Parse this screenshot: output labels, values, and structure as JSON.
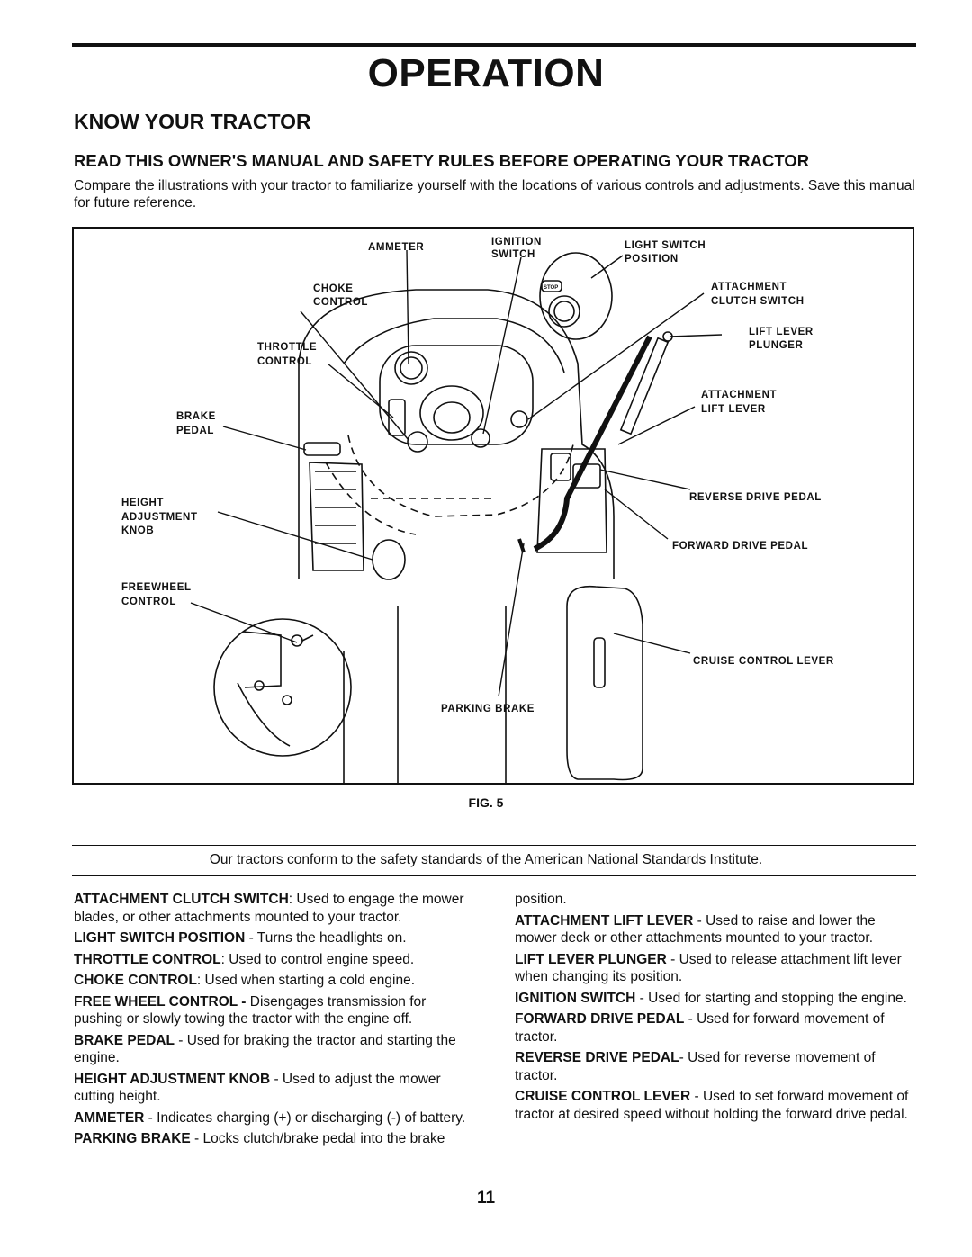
{
  "header": {
    "title": "OPERATION"
  },
  "section": {
    "title": "KNOW YOUR TRACTOR"
  },
  "subheading": "READ THIS OWNER'S MANUAL AND SAFETY RULES BEFORE OPERATING YOUR TRACTOR",
  "intro": "Compare the illustrations with your tractor to familiarize yourself with the locations of various controls and adjustments. Save this manual for future reference.",
  "figure": {
    "caption": "FIG. 5",
    "labels": {
      "ammeter": "AMMETER",
      "ignition_1": "IGNITION",
      "ignition_2": "SWITCH",
      "light_1": "LIGHT SWITCH",
      "light_2": "POSITION",
      "choke_1": "CHOKE",
      "choke_2": "CONTROL",
      "attach_clutch_1": "ATTACHMENT",
      "attach_clutch_2": "CLUTCH SWITCH",
      "lift_plunger_1": "LIFT LEVER",
      "lift_plunger_2": "PLUNGER",
      "throttle_1": "THROTTLE",
      "throttle_2": "CONTROL",
      "attach_lift_1": "ATTACHMENT",
      "attach_lift_2": "LIFT LEVER",
      "brake_1": "BRAKE",
      "brake_2": "PEDAL",
      "reverse": "REVERSE DRIVE PEDAL",
      "height_1": "HEIGHT",
      "height_2": "ADJUSTMENT",
      "height_3": "KNOB",
      "forward": "FORWARD DRIVE PEDAL",
      "freewheel_1": "FREEWHEEL",
      "freewheel_2": "CONTROL",
      "cruise": "CRUISE CONTROL LEVER",
      "parking": "PARKING BRAKE",
      "stop": "STOP"
    }
  },
  "standards_note": "Our tractors conform to the safety standards of the American National Standards Institute.",
  "definitions": {
    "left": [
      {
        "term": "ATTACHMENT CLUTCH SWITCH",
        "text": ":  Used to engage the mower blades, or other attachments mounted to your tractor."
      },
      {
        "term": "LIGHT SWITCH POSITION",
        "text": " - Turns the headlights on."
      },
      {
        "term": "THROTTLE CONTROL",
        "text": ":  Used to control engine speed."
      },
      {
        "term": "CHOKE CONTROL",
        "text": ":  Used when starting a cold engine."
      },
      {
        "term": "FREE WHEEL CONTROL - ",
        "text": "Disengages transmission for pushing or slowly towing the tractor with the engine off."
      },
      {
        "term": "BRAKE PEDAL",
        "text": " - Used for braking the tractor and starting the engine."
      },
      {
        "term": "HEIGHT ADJUSTMENT KNOB",
        "text": " - Used to adjust the mower cutting height."
      },
      {
        "term": "AMMETER",
        "text": " - Indicates charging (+) or discharging (-) of battery."
      },
      {
        "term": "PARKING BRAKE",
        "text": " - Locks clutch/brake pedal into the brake"
      }
    ],
    "right_continuation": "position.",
    "right": [
      {
        "term": "ATTACHMENT LIFT LEVER",
        "text": " - Used to raise and lower the mower deck or other attachments mounted to your tractor."
      },
      {
        "term": "LIFT LEVER PLUNGER",
        "text": " - Used to release attachment lift lever when changing its position."
      },
      {
        "term": "IGNITION SWITCH",
        "text": " - Used for starting and stopping the engine."
      },
      {
        "term": "FORWARD DRIVE PEDAL",
        "text": " - Used for forward movement of tractor."
      },
      {
        "term": "REVERSE DRIVE PEDAL",
        "text": "- Used for reverse movement of tractor."
      },
      {
        "term": "CRUISE CONTROL LEVER",
        "text": " - Used to set forward movement of tractor at desired speed without holding the forward drive pedal."
      }
    ]
  },
  "page_number": "11"
}
